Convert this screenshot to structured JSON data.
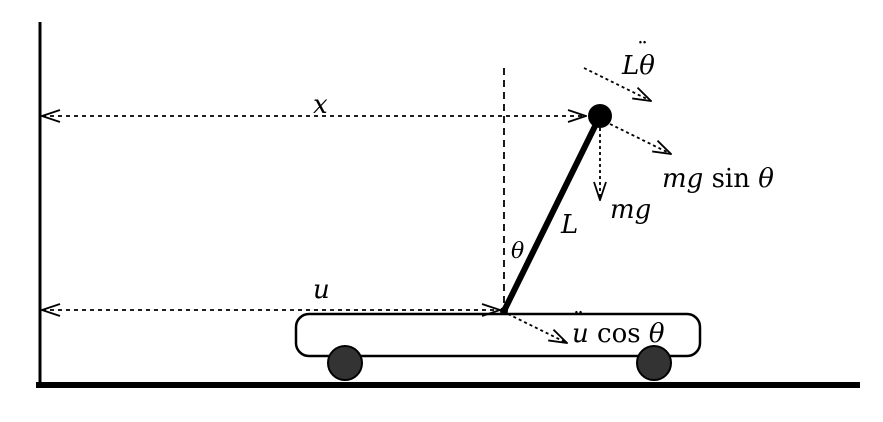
{
  "diagram": {
    "labels": {
      "x": "x",
      "u": "u",
      "L": "L",
      "theta": "θ",
      "mg": "mg",
      "mg_sin_prefix": "mg",
      "mg_sin_func": " sin",
      "mg_sin_var": " θ",
      "L_theta_ddot_L": "L",
      "L_theta_ddot_theta": "θ",
      "ddot": "¨",
      "u_ddot_var": "u",
      "u_ddot_func": " cos",
      "u_ddot_theta": " θ"
    },
    "colors": {
      "ink": "#000000",
      "wheel_fill": "#333333",
      "background": "#ffffff"
    }
  }
}
